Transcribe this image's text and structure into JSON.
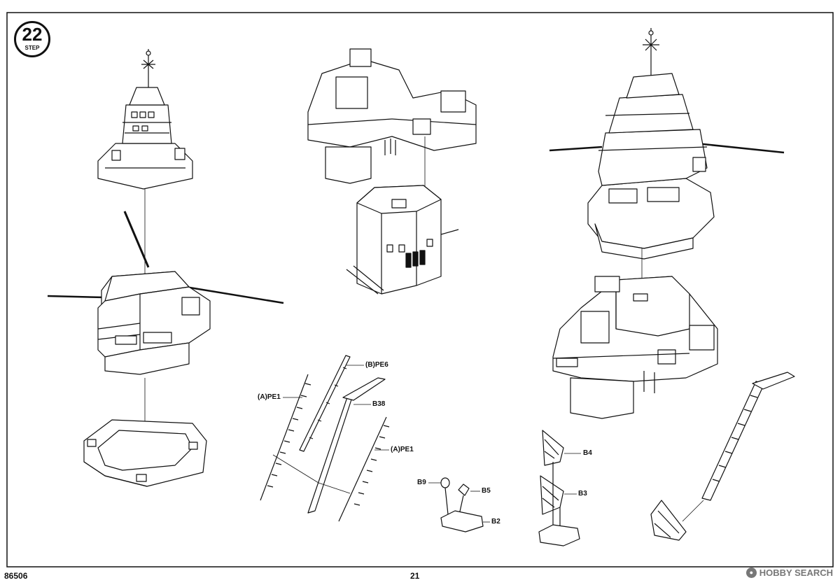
{
  "step": {
    "number": "22",
    "word": "STEP"
  },
  "labels": {
    "pe6": "(B)PE6",
    "pe1_left": "(A)PE1",
    "b38": "B38",
    "pe1_right": "(A)PE1",
    "b9": "B9",
    "b5": "B5",
    "b2": "B2",
    "b4": "B4",
    "b3": "B3"
  },
  "footer": {
    "catalog": "86506",
    "page": "21"
  },
  "watermark": {
    "text": "HOBBY SEARCH",
    "icon": "hobby-search-logo-icon"
  }
}
